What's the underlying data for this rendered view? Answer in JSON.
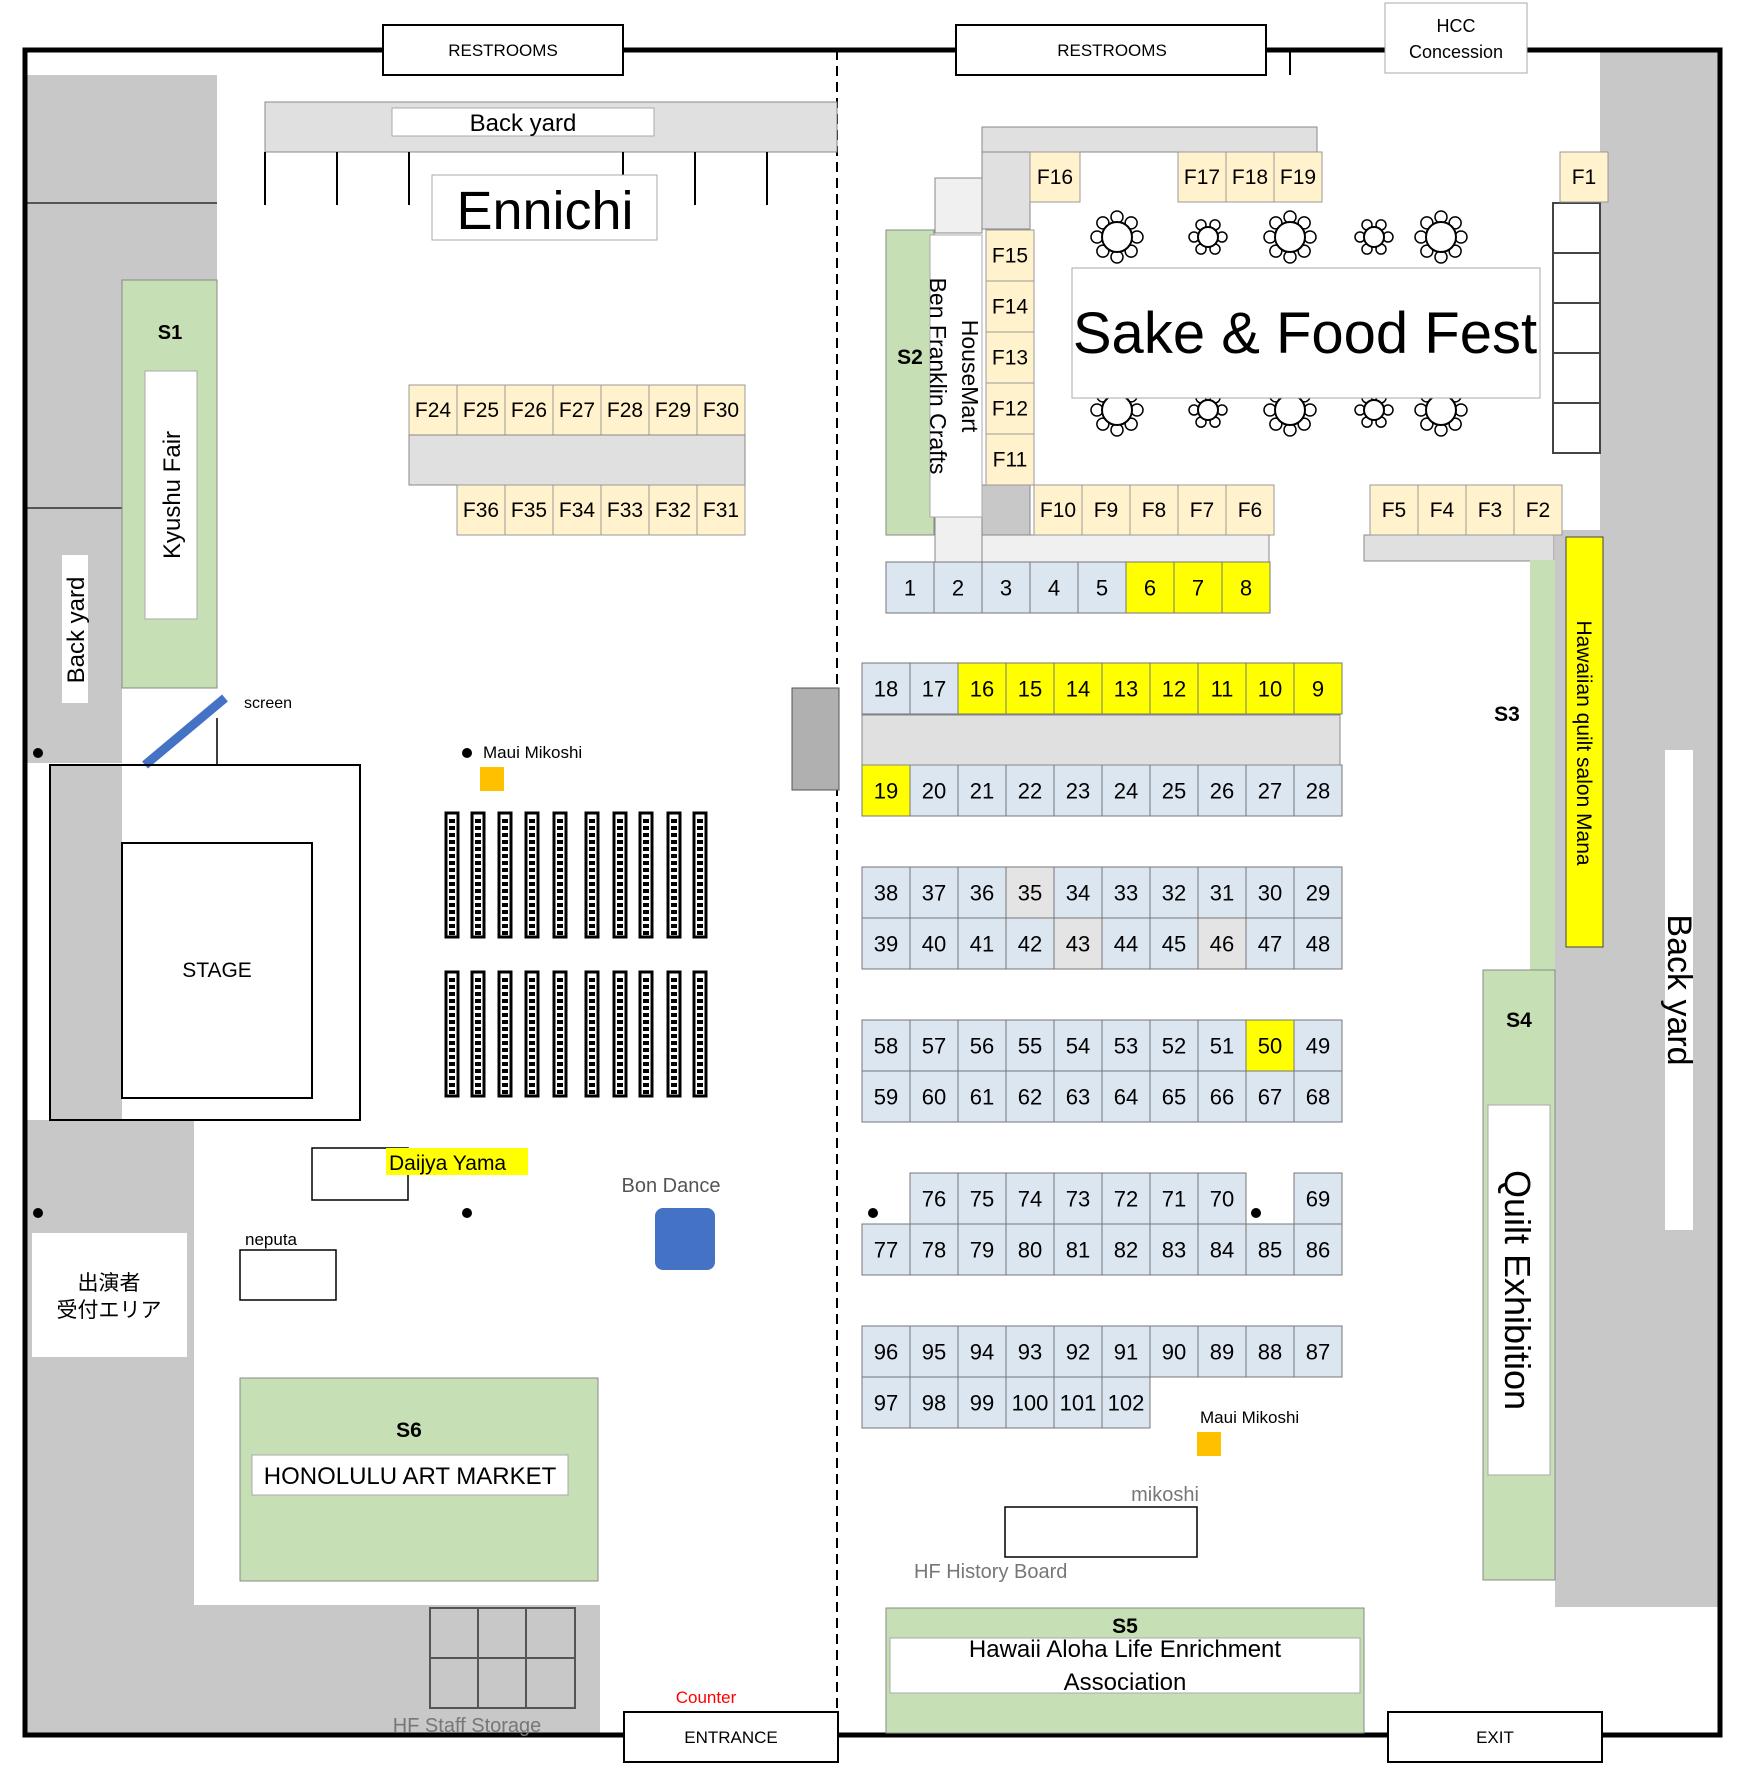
{
  "labels": {
    "restrooms_left": "RESTROOMS",
    "restrooms_right": "RESTROOMS",
    "hcc_line1": "HCC",
    "hcc_line2": "Concession",
    "backyard_top": "Back yard",
    "backyard_left": "Back yard",
    "backyard_right": "Back yard",
    "ennichi": "Ennichi",
    "sake_food": "Sake & Food Fest",
    "s1": "S1",
    "s2": "S2",
    "s3": "S3",
    "s4": "S4",
    "s5": "S5",
    "s6": "S6",
    "kyushu": "Kyushu Fair",
    "housemart": "HouseMart",
    "benfranklin": "Ben Franklin Crafts",
    "hawaiian_quilt": "Hawaiian quilt salon Mana",
    "quilt_exhibition": "Quilt Exhibition",
    "screen": "screen",
    "maui_mikoshi_1": "Maui Mikoshi",
    "maui_mikoshi_2": "Maui Mikoshi",
    "stage": "STAGE",
    "daijya": "Daijya Yama",
    "bon_dance": "Bon Dance",
    "neputa": "neputa",
    "performer_line1": "出演者",
    "performer_line2": "受付エリア",
    "honolulu_art": "HONOLULU ART MARKET",
    "mikoshi": "mikoshi",
    "hf_history": "HF History Board",
    "hawaii_aloha_line1": "Hawaii Aloha Life Enrichment",
    "hawaii_aloha_line2": "Association",
    "counter": "Counter",
    "entrance": "ENTRANCE",
    "exit": "EXIT",
    "hf_staff": "HF Staff Storage"
  },
  "food_booths": {
    "f24_30": [
      "F24",
      "F25",
      "F26",
      "F27",
      "F28",
      "F29",
      "F30"
    ],
    "f36_31": [
      "F36",
      "F35",
      "F34",
      "F33",
      "F32",
      "F31"
    ],
    "f16": "F16",
    "f17_19": [
      "F17",
      "F18",
      "F19"
    ],
    "f1": "F1",
    "f15_11": [
      "F15",
      "F14",
      "F13",
      "F12",
      "F11"
    ],
    "f10_6": [
      "F10",
      "F9",
      "F8",
      "F7",
      "F6"
    ],
    "f5_2": [
      "F5",
      "F4",
      "F3",
      "F2"
    ]
  },
  "booth_rows": [
    [
      "1",
      "2",
      "3",
      "4",
      "5",
      "6",
      "7",
      "8"
    ],
    [
      "18",
      "17",
      "16",
      "15",
      "14",
      "13",
      "12",
      "11",
      "10",
      "9"
    ],
    [
      "19",
      "20",
      "21",
      "22",
      "23",
      "24",
      "25",
      "26",
      "27",
      "28"
    ],
    [
      "38",
      "37",
      "36",
      "35",
      "34",
      "33",
      "32",
      "31",
      "30",
      "29"
    ],
    [
      "39",
      "40",
      "41",
      "42",
      "43",
      "44",
      "45",
      "46",
      "47",
      "48"
    ],
    [
      "58",
      "57",
      "56",
      "55",
      "54",
      "53",
      "52",
      "51",
      "50",
      "49"
    ],
    [
      "59",
      "60",
      "61",
      "62",
      "63",
      "64",
      "65",
      "66",
      "67",
      "68"
    ],
    [
      "",
      "76",
      "75",
      "74",
      "73",
      "72",
      "71",
      "70",
      "",
      "69"
    ],
    [
      "77",
      "78",
      "79",
      "80",
      "81",
      "82",
      "83",
      "84",
      "85",
      "86"
    ],
    [
      "96",
      "95",
      "94",
      "93",
      "92",
      "91",
      "90",
      "89",
      "88",
      "87"
    ],
    [
      "97",
      "98",
      "99",
      "100",
      "101",
      "102"
    ]
  ],
  "highlighted_booths": [
    "6",
    "7",
    "8",
    "16",
    "15",
    "14",
    "13",
    "12",
    "11",
    "10",
    "9",
    "19",
    "50"
  ],
  "gray_booths": [
    "35",
    "43",
    "46"
  ],
  "colors": {
    "booth_blue": "#dbe6f1",
    "booth_yellow": "#ffff00",
    "food_beige": "#fff2cc",
    "sponsor_green": "#c6dfb4",
    "backyard_gray": "#c8c8c8",
    "walkway_gray": "#e0e0e0",
    "mikoshi_orange": "#ffc000",
    "bon_blue": "#4472c4",
    "counter_red": "#ff0000"
  }
}
